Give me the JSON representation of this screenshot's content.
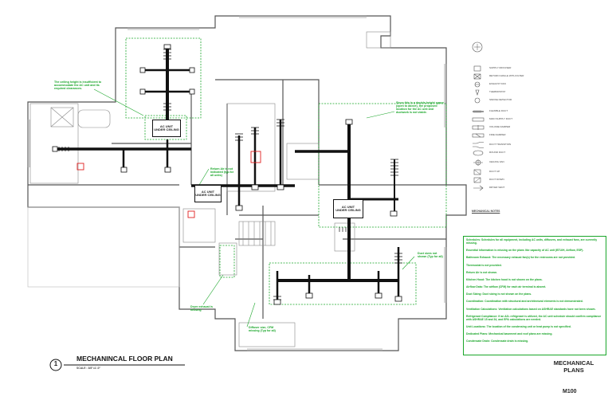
{
  "drawing": {
    "title": "MECHANINCAL FLOOR PLAN",
    "detail_number": "1",
    "scale": "SCALE : 3/8\"=1'-0\"",
    "sheet_title_line1": "MECHANICAL",
    "sheet_title_line2": "PLANS",
    "sheet_number": "M100"
  },
  "units": [
    {
      "line1": "AC UNIT",
      "line2": "UNDER CEILING"
    },
    {
      "line1": "AC UNIT",
      "line2": "UNDER CEILING"
    },
    {
      "line1": "AC UNIT",
      "line2": "UNDER CEILING"
    }
  ],
  "notes": {
    "ceiling_height": "The ceiling height is insufficient to accommodate the AC unit and its required clearances.",
    "double_height": "Since this is a double-height space (open to above), the proposed location for the AC unit and ductwork is not viable.",
    "return_air": "Return Air is not indicated (typ.for all units)",
    "duct_sizes": "Duct sizes not shown (Typ for all)",
    "dryer_exhaust": "Dryer exhaust is missing",
    "diffuser_size": "Diffuser size, CFM missing (Typ for all)"
  },
  "legend": {
    "items": [
      "SUPPLY DIFFUSER",
      "RETURN GRILLE WITH FILTER",
      "EXHAUST FAN",
      "THERMOSTAT",
      "SMOKE DETECTOR",
      "FLEXIBLE DUCT",
      "MAIN SUPPLY DUCT",
      "VOLUME DAMPER",
      "FIRE DAMPER",
      "DUCT TRANSITION",
      "ROUND DUCT",
      "CEILING FAN",
      "DUCT UP",
      "DUCT DOWN",
      "DRYER VENT"
    ],
    "notes_heading": "MECHANICAL NOTES"
  },
  "issues": [
    "Schedules: Schedules for all equipment, including AC units, diffusers, and exhaust fans, are currently missing.",
    "Essential information is missing on the plans like capacity of AC unit (BTU/H, Airflow, ESP).",
    "Bathroom Exhaust: The necessary exhaust fan(s) for the restrooms are not provided.",
    "Thermostat is not provided.",
    "Return Air is not shown.",
    "Kitchen Hood: The kitchen hood is not shown on the plans.",
    "Airflow Data: The airflow (CFM) for each air terminal is absent.",
    "Duct Sizing: Duct sizing is not shown on the plans.",
    "Coordination: Coordination with structural and architectural elements is not demonstrated.",
    "Ventilation Calculations: Ventilation calculations based on ASHRAE standards have not been shown.",
    "Refrigerant Compliance: If an A2L refrigerant is utilized, the AC unit schedule should confirm compliance with ASHRAE 15 and 34, and EPA calculations are needed.",
    "Unit Locations: The location of the condensing unit or heat pump is not specified.",
    "Dedicated Plans: Mechanical basement and roof plans are missing.",
    "Condensate Drain: Condensate drain is missing."
  ],
  "colors": {
    "annotation": "#1aa62a",
    "duct": "#111111",
    "walls": "#555555",
    "fixture_red": "#e02020"
  }
}
